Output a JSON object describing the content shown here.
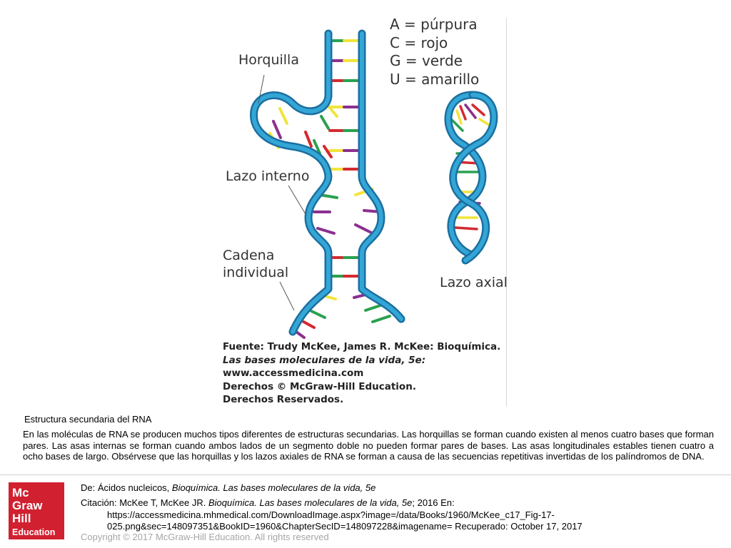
{
  "figure": {
    "legend": [
      "A = púrpura",
      "C = rojo",
      "G = verde",
      "U = amarillo"
    ],
    "labels": {
      "hairpin": "Horquilla",
      "internal_loop": "Lazo interno",
      "single_strand_line1": "Cadena",
      "single_strand_line2": "individual",
      "axial_loop": "Lazo axial"
    },
    "source_lines": [
      "Fuente: Trudy McKee, James R. McKee: Bioquímica.",
      "Las bases moleculares de la vida, 5e:",
      "www.accessmedicina.com",
      "Derechos © McGraw-Hill Education.",
      "Derechos Reservados."
    ],
    "colors": {
      "backbone": "#33a6d6",
      "backbone_dark": "#1b6fa0",
      "A": "#8b2f8f",
      "C": "#d42a30",
      "G": "#2aa150",
      "U": "#f2e43a"
    }
  },
  "caption": {
    "title": "Estructura secundaria del RNA",
    "body": " En las moléculas de RNA se producen muchos tipos diferentes de estructuras secundarias. Las horquillas se forman cuando existen al menos cuatro bases que forman pares. Las asas internas se forman cuando ambos lados de un segmento doble no pueden formar pares de bases. Las asas longitudinales estables tienen cuatro a ocho bases de largo. Obsérvese que las horquillas y los lazos axiales de RNA se forman a causa de las secuencias repetitivas invertidas de los palíndromos de DNA."
  },
  "footer": {
    "logo_lines": [
      "Mc",
      "Graw",
      "Hill",
      "Education"
    ],
    "from_prefix": "De: ",
    "from_chapter": "Ácidos nucleicos, ",
    "from_book": "Bioquímica. Las bases moleculares de la vida, 5e",
    "citation_prefix": "Citación: McKee T, McKee JR. ",
    "citation_book": "Bioquímica. Las bases moleculares de la vida, 5e",
    "citation_suffix": "; 2016 En:",
    "url_line1": "https://accessmedicina.mhmedical.com/DownloadImage.aspx?image=/data/Books/1960/McKee_c17_Fig-17-",
    "url_line2": "025.png&sec=148097351&BookID=1960&ChapterSecID=148097228&imagename= Recuperado: October 17, 2017",
    "copyright": "Copyright © 2017 McGraw-Hill Education. All rights reserved"
  }
}
